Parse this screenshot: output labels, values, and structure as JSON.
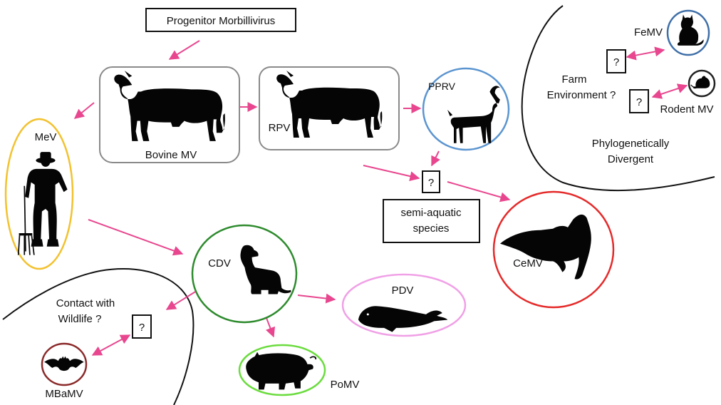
{
  "labels": {
    "progenitor": "Progenitor Morbillivirus",
    "bovine": "Bovine MV",
    "rpv": "RPV",
    "pprv": "PPRV",
    "mev": "MeV",
    "cdv": "CDV",
    "pdv": "PDV",
    "pomv": "PoMV",
    "cemv": "CeMV",
    "mbamv": "MBaMV",
    "femv": "FeMV",
    "rodent": "Rodent MV",
    "farm_line1": "Farm",
    "farm_line2": "Environment ?",
    "phylo_line1": "Phylogenetically",
    "phylo_line2": "Divergent",
    "semi_line1": "semi-aquatic",
    "semi_line2": "species",
    "wildlife_line1": "Contact with",
    "wildlife_line2": "Wildlife ?",
    "unknown": "?"
  },
  "colors": {
    "arrow": "#e8478f",
    "mev_border": "#f2c230",
    "cdv_border": "#2e8b2e",
    "pprv_border": "#5b95d0",
    "pdv_border": "#f0a0e6",
    "pomv_border": "#6bdc3e",
    "cemv_border": "#e52a2a",
    "mbamv_border": "#8b2a2a",
    "femv_border": "#3f6fa8",
    "rodent_border": "#222222",
    "box_border": "#8a8a8a"
  },
  "icons": [
    "cow-icon",
    "goat-icon",
    "farmer-icon",
    "dog-icon",
    "seal-icon",
    "pig-icon",
    "dolphin-icon",
    "bat-icon",
    "cat-icon",
    "mouse-icon"
  ]
}
